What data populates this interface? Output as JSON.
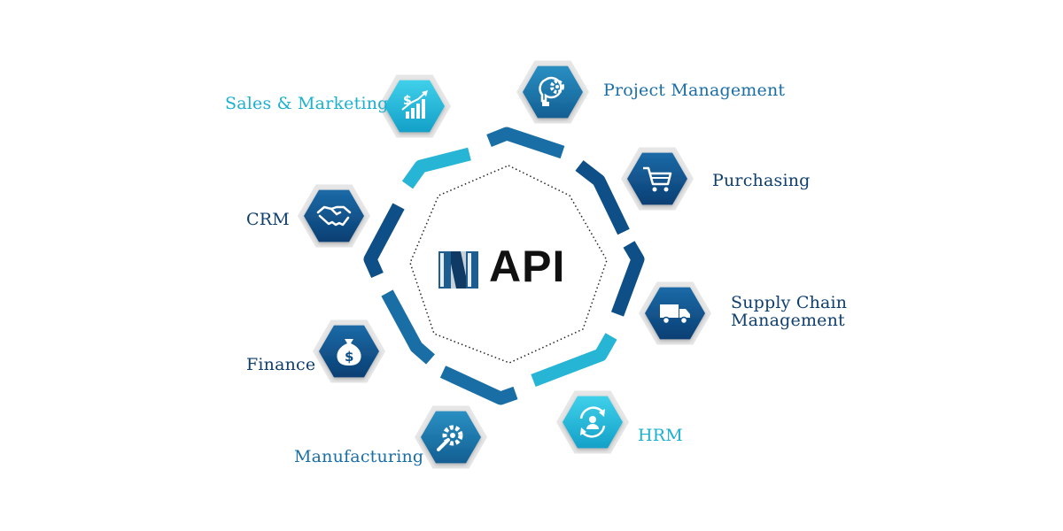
{
  "center": {
    "label": "API"
  },
  "colors": {
    "dark": "#0d4f86",
    "mid": "#1a6ea6",
    "light": "#27b5d6",
    "ring_gray": "#e3e3e3",
    "label_dark": "#0f3f6e",
    "label_light": "#1ab0d0"
  },
  "modules": [
    {
      "label": "Sales & Marketing",
      "icon": "chart-dollar-icon"
    },
    {
      "label": "Project Management",
      "icon": "lightbulb-gear-icon"
    },
    {
      "label": "Purchasing",
      "icon": "shopping-cart-icon"
    },
    {
      "label": "Supply Chain",
      "label2": "Management",
      "icon": "delivery-truck-icon"
    },
    {
      "label": "HRM",
      "icon": "user-cycle-icon"
    },
    {
      "label": "Manufacturing",
      "icon": "wrench-gear-icon"
    },
    {
      "label": "Finance",
      "icon": "money-bag-icon"
    },
    {
      "label": "CRM",
      "icon": "handshake-icon"
    }
  ]
}
